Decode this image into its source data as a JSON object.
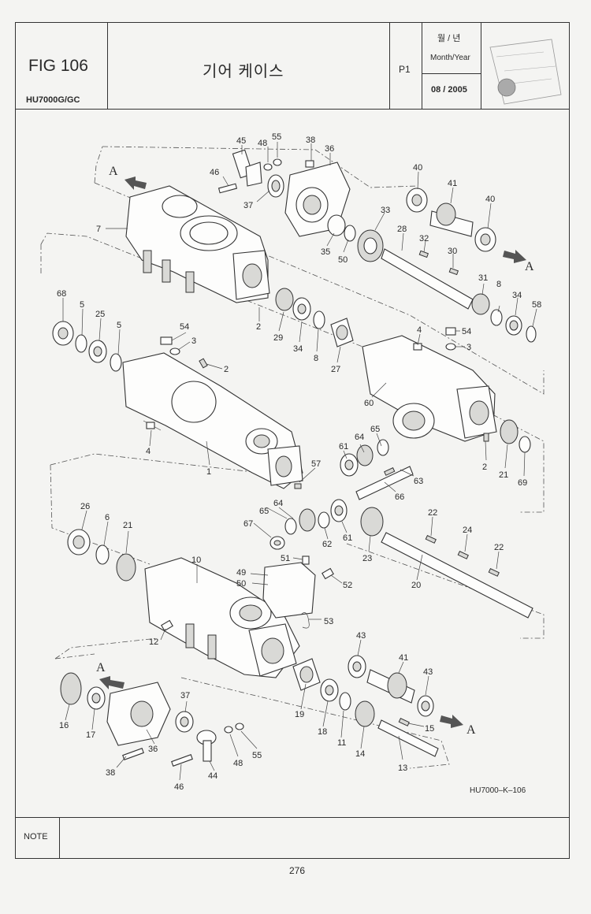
{
  "header": {
    "fig_title": "FIG 106",
    "model": "HU7000G/GC",
    "title_korean": "기어 케이스",
    "page": "P1",
    "month_year_korean": "월 / 년",
    "month_year_label": "Month/Year",
    "date": "08 / 2005"
  },
  "diagram": {
    "arrow_label": "A",
    "drawing_code": "HU7000–K–106",
    "callouts": [
      {
        "id": "c45",
        "label": "45"
      },
      {
        "id": "c48a",
        "label": "48"
      },
      {
        "id": "c55a",
        "label": "55"
      },
      {
        "id": "c38a",
        "label": "38"
      },
      {
        "id": "c36a",
        "label": "36"
      },
      {
        "id": "c46a",
        "label": "46"
      },
      {
        "id": "c37a",
        "label": "37"
      },
      {
        "id": "c7",
        "label": "7"
      },
      {
        "id": "c40a",
        "label": "40"
      },
      {
        "id": "c41a",
        "label": "41"
      },
      {
        "id": "c40b",
        "label": "40"
      },
      {
        "id": "c33",
        "label": "33"
      },
      {
        "id": "c28",
        "label": "28"
      },
      {
        "id": "c32",
        "label": "32"
      },
      {
        "id": "c30",
        "label": "30"
      },
      {
        "id": "c35",
        "label": "35"
      },
      {
        "id": "c50a",
        "label": "50"
      },
      {
        "id": "c31",
        "label": "31"
      },
      {
        "id": "c8a",
        "label": "8"
      },
      {
        "id": "c34a",
        "label": "34"
      },
      {
        "id": "c58",
        "label": "58"
      },
      {
        "id": "c68",
        "label": "68"
      },
      {
        "id": "c5a",
        "label": "5"
      },
      {
        "id": "c25",
        "label": "25"
      },
      {
        "id": "c5b",
        "label": "5"
      },
      {
        "id": "c2a",
        "label": "2"
      },
      {
        "id": "c29",
        "label": "29"
      },
      {
        "id": "c34b",
        "label": "34"
      },
      {
        "id": "c8b",
        "label": "8"
      },
      {
        "id": "c27",
        "label": "27"
      },
      {
        "id": "c4a",
        "label": "4"
      },
      {
        "id": "c54a",
        "label": "54"
      },
      {
        "id": "c3a",
        "label": "3"
      },
      {
        "id": "c54b",
        "label": "54"
      },
      {
        "id": "c3b",
        "label": "3"
      },
      {
        "id": "c2b",
        "label": "2"
      },
      {
        "id": "c60",
        "label": "60"
      },
      {
        "id": "c4b",
        "label": "4"
      },
      {
        "id": "c1",
        "label": "1"
      },
      {
        "id": "c65a",
        "label": "65"
      },
      {
        "id": "c64a",
        "label": "64"
      },
      {
        "id": "c61a",
        "label": "61"
      },
      {
        "id": "c57",
        "label": "57"
      },
      {
        "id": "c63",
        "label": "63"
      },
      {
        "id": "c66",
        "label": "66"
      },
      {
        "id": "c2c",
        "label": "2"
      },
      {
        "id": "c21a",
        "label": "21"
      },
      {
        "id": "c69",
        "label": "69"
      },
      {
        "id": "c26",
        "label": "26"
      },
      {
        "id": "c6",
        "label": "6"
      },
      {
        "id": "c21b",
        "label": "21"
      },
      {
        "id": "c64b",
        "label": "64"
      },
      {
        "id": "c65b",
        "label": "65"
      },
      {
        "id": "c67",
        "label": "67"
      },
      {
        "id": "c62",
        "label": "62"
      },
      {
        "id": "c61b",
        "label": "61"
      },
      {
        "id": "c22a",
        "label": "22"
      },
      {
        "id": "c24",
        "label": "24"
      },
      {
        "id": "c22b",
        "label": "22"
      },
      {
        "id": "c23",
        "label": "23"
      },
      {
        "id": "c20",
        "label": "20"
      },
      {
        "id": "c10",
        "label": "10"
      },
      {
        "id": "c51",
        "label": "51"
      },
      {
        "id": "c49",
        "label": "49"
      },
      {
        "id": "c50b",
        "label": "50"
      },
      {
        "id": "c52",
        "label": "52"
      },
      {
        "id": "c53",
        "label": "53"
      },
      {
        "id": "c12",
        "label": "12"
      },
      {
        "id": "c43a",
        "label": "43"
      },
      {
        "id": "c41b",
        "label": "41"
      },
      {
        "id": "c43b",
        "label": "43"
      },
      {
        "id": "c19",
        "label": "19"
      },
      {
        "id": "c18",
        "label": "18"
      },
      {
        "id": "c11",
        "label": "11"
      },
      {
        "id": "c14",
        "label": "14"
      },
      {
        "id": "c15",
        "label": "15"
      },
      {
        "id": "c13",
        "label": "13"
      },
      {
        "id": "c16",
        "label": "16"
      },
      {
        "id": "c17",
        "label": "17"
      },
      {
        "id": "c37b",
        "label": "37"
      },
      {
        "id": "c36b",
        "label": "36"
      },
      {
        "id": "c38b",
        "label": "38"
      },
      {
        "id": "c46b",
        "label": "46"
      },
      {
        "id": "c44",
        "label": "44"
      },
      {
        "id": "c48b",
        "label": "48"
      },
      {
        "id": "c55b",
        "label": "55"
      }
    ]
  },
  "note_label": "NOTE",
  "page_number": "276"
}
